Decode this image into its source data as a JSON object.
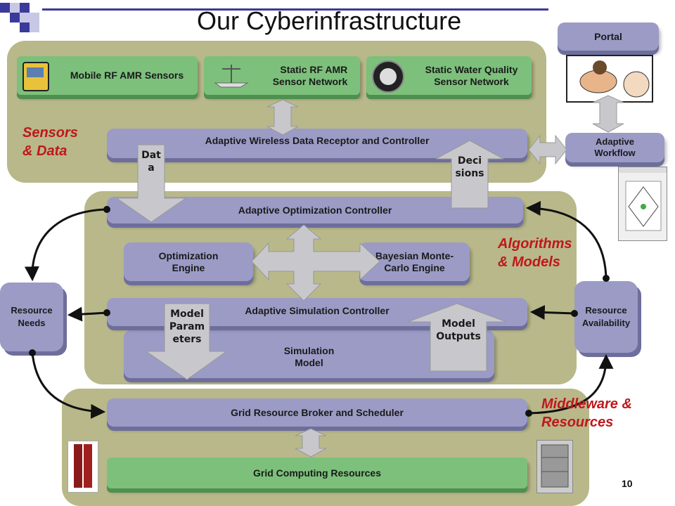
{
  "title": "Our Cyberinfrastructure",
  "page_number": "10",
  "sections": {
    "sensors": "Sensors\n& Data",
    "algorithms": "Algorithms\n& Models",
    "middleware": "Middleware &\nResources"
  },
  "sensor_boxes": {
    "mobile": "Mobile RF AMR Sensors",
    "static_rf": "Static RF AMR\nSensor Network",
    "static_water": "Static Water Quality\nSensor Network"
  },
  "boxes": {
    "wireless": "Adaptive Wireless Data Receptor and Controller",
    "optimization_controller": "Adaptive Optimization Controller",
    "optimization_engine": "Optimization\nEngine",
    "bayesian": "Bayesian Monte-\nCarlo Engine",
    "simulation_controller": "Adaptive Simulation Controller",
    "simulation_model": "Simulation\nModel",
    "grid_broker": "Grid Resource Broker and Scheduler",
    "grid_computing": "Grid Computing Resources",
    "portal": "Portal",
    "adaptive_workflow": "Adaptive\nWorkflow",
    "resource_needs": "Resource\nNeeds",
    "resource_availability": "Resource\nAvailability"
  },
  "arrow_labels": {
    "data": "Dat\na",
    "decisions": "Deci\nsions",
    "model_parameters": "Model\nParam\neters",
    "model_outputs": "Model\nOutputs"
  },
  "colors": {
    "panel": "#b8b88a",
    "box_purple": "#9b9bc6",
    "box_green": "#7cc07c",
    "section_label": "#c0171b",
    "arrow_gray": "#c8c8cc"
  }
}
